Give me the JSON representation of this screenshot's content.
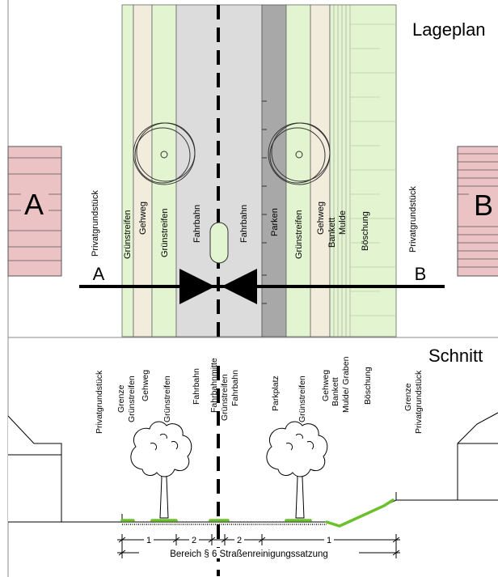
{
  "titles": {
    "plan": "Lageplan",
    "section": "Schnitt"
  },
  "plan": {
    "building_left_letter": "A",
    "building_right_letter": "B",
    "cut_left_letter": "A",
    "cut_right_letter": "B",
    "strip_labels": {
      "private_left": "Privatgrundstück",
      "green1": "Grünstreifen",
      "sidewalk_left": "Gehweg",
      "green2": "Grünstreifen",
      "lane_left": "Fahrbahn",
      "lane_right": "Fahrbahn",
      "parking": "Parken",
      "green3": "Grünstreifen",
      "sidewalk_right": "Gehweg",
      "bankett": "Bankett",
      "mulde": "Mulde",
      "boeschung": "Böschung",
      "private_right": "Privatgrundstück"
    }
  },
  "section": {
    "labels": {
      "private_left": "Privatgrundstück",
      "grenze_left": "Grenze",
      "green_left_a": "Grünstreifen",
      "sidewalk_left": "Gehweg",
      "green_left_b": "Grünstreifen",
      "lane_left": "Fahrbahn",
      "centerline": "Fahrbahnmitte",
      "green_mid": "Grünstreifen",
      "lane_right": "Fahrbahn",
      "parking": "Parkplatz",
      "green_right": "Grünstreifen",
      "sidewalk_right": "Gehweg",
      "bankett": "Bankett",
      "mulde": "Mulde/ Graben",
      "boeschung": "Böschung",
      "grenze_right": "Grenze",
      "private_right": "Privatgrundstück"
    },
    "dimensions": {
      "d1": "1",
      "d2": "2",
      "d3": "2",
      "d4": "1"
    },
    "extent_label": "Bereich § 6 Straßenreinigungssatzung"
  },
  "colors": {
    "green_strip": "#e3f5d0",
    "sidewalk": "#f2ecdc",
    "roadway": "#dcdcdc",
    "parking": "#a8a8a8",
    "building": "#ecc3c5",
    "section_green": "#6cc02c"
  }
}
